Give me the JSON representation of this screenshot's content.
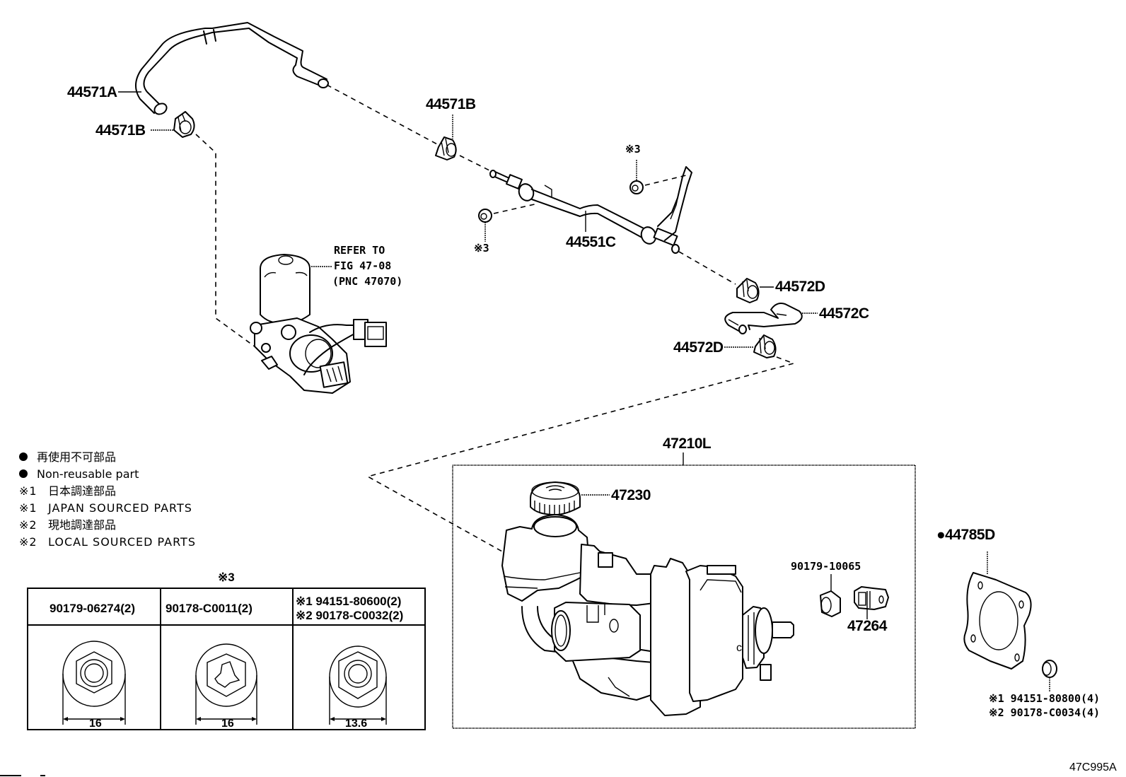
{
  "diagram": {
    "title": "Brake master cylinder / vacuum line parts diagram",
    "figure_code": "47C995A",
    "callouts": {
      "hose_upper": "44571A",
      "clip_upper_left": "44571B",
      "clip_upper_mid": "44571B",
      "pipe": "44551C",
      "nut_mark_upper": "※3",
      "nut_mark_lower": "※3",
      "clip_lower_upper": "44572D",
      "hose_lower": "44572C",
      "clip_lower_lower": "44572D",
      "refer_line1": "REFER TO",
      "refer_line2": "FIG 47-08",
      "refer_line3": "(PNC 47070)",
      "master_cylinder_assy": "47210L",
      "reservoir_cap": "47230",
      "bolt": "90179-10065",
      "bracket": "47264",
      "gasket": "●44785D",
      "gasket_nut_1": "※1 94151-80800(4)",
      "gasket_nut_2": "※2 90178-C0034(4)"
    },
    "legend": [
      {
        "symbol": "●",
        "text": "再使用不可部品"
      },
      {
        "symbol": "●",
        "text": "Non-reusable part"
      },
      {
        "symbol": "※1",
        "text": "日本調達部品"
      },
      {
        "symbol": "※1",
        "text": "JAPAN SOURCED PARTS"
      },
      {
        "symbol": "※2",
        "text": "現地調達部品"
      },
      {
        "symbol": "※2",
        "text": "LOCAL SOURCED PARTS"
      }
    ],
    "nut_table": {
      "title": "※3",
      "columns": [
        {
          "part": "90179-06274(2)",
          "part2": "",
          "dimension": "16",
          "style": "flange-nut"
        },
        {
          "part": "90178-C0011(2)",
          "part2": "",
          "dimension": "16",
          "style": "lock-nut"
        },
        {
          "part": "※1 94151-80600(2)",
          "part2": "※2 90178-C0032(2)",
          "dimension": "13.6",
          "style": "flange-nut"
        }
      ]
    }
  }
}
